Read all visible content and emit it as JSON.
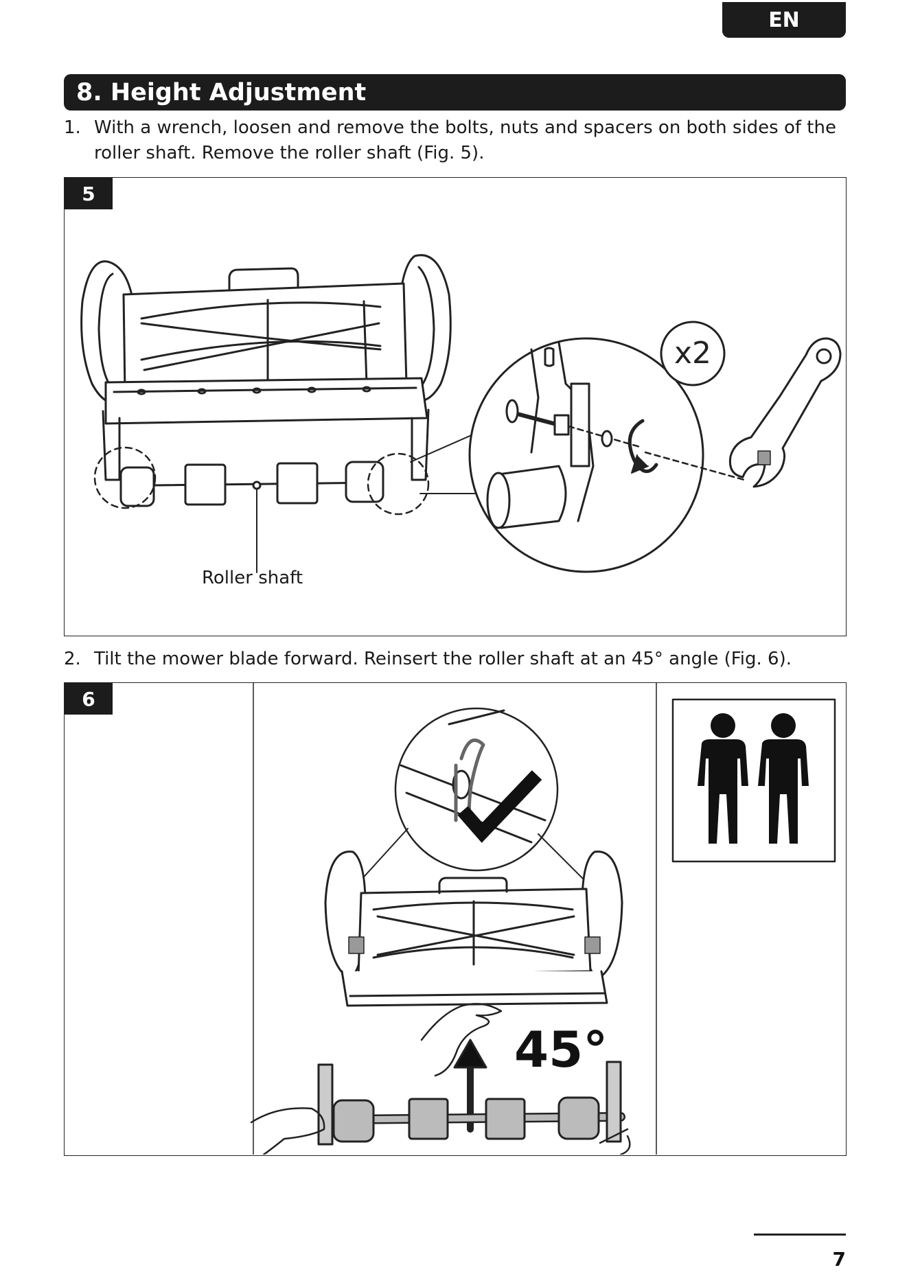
{
  "header": {
    "language": "EN"
  },
  "section": {
    "title": "8. Height Adjustment"
  },
  "steps": [
    {
      "number": "1.",
      "text_line1": "With a wrench, loosen and remove the bolts, nuts and spacers on both sides of the",
      "text_line2": "roller shaft. Remove the roller shaft (Fig. 5)."
    },
    {
      "number": "2.",
      "text_line1": "Tilt the mower blade forward. Reinsert the roller shaft at an 45° angle (Fig. 6)."
    }
  ],
  "figures": [
    {
      "tag": "5",
      "callouts": {
        "roller": "Roller shaft",
        "quantity": "x2"
      }
    },
    {
      "tag": "6",
      "callouts": {
        "angle": "45°"
      }
    }
  ],
  "footer": {
    "page_number": "7"
  }
}
